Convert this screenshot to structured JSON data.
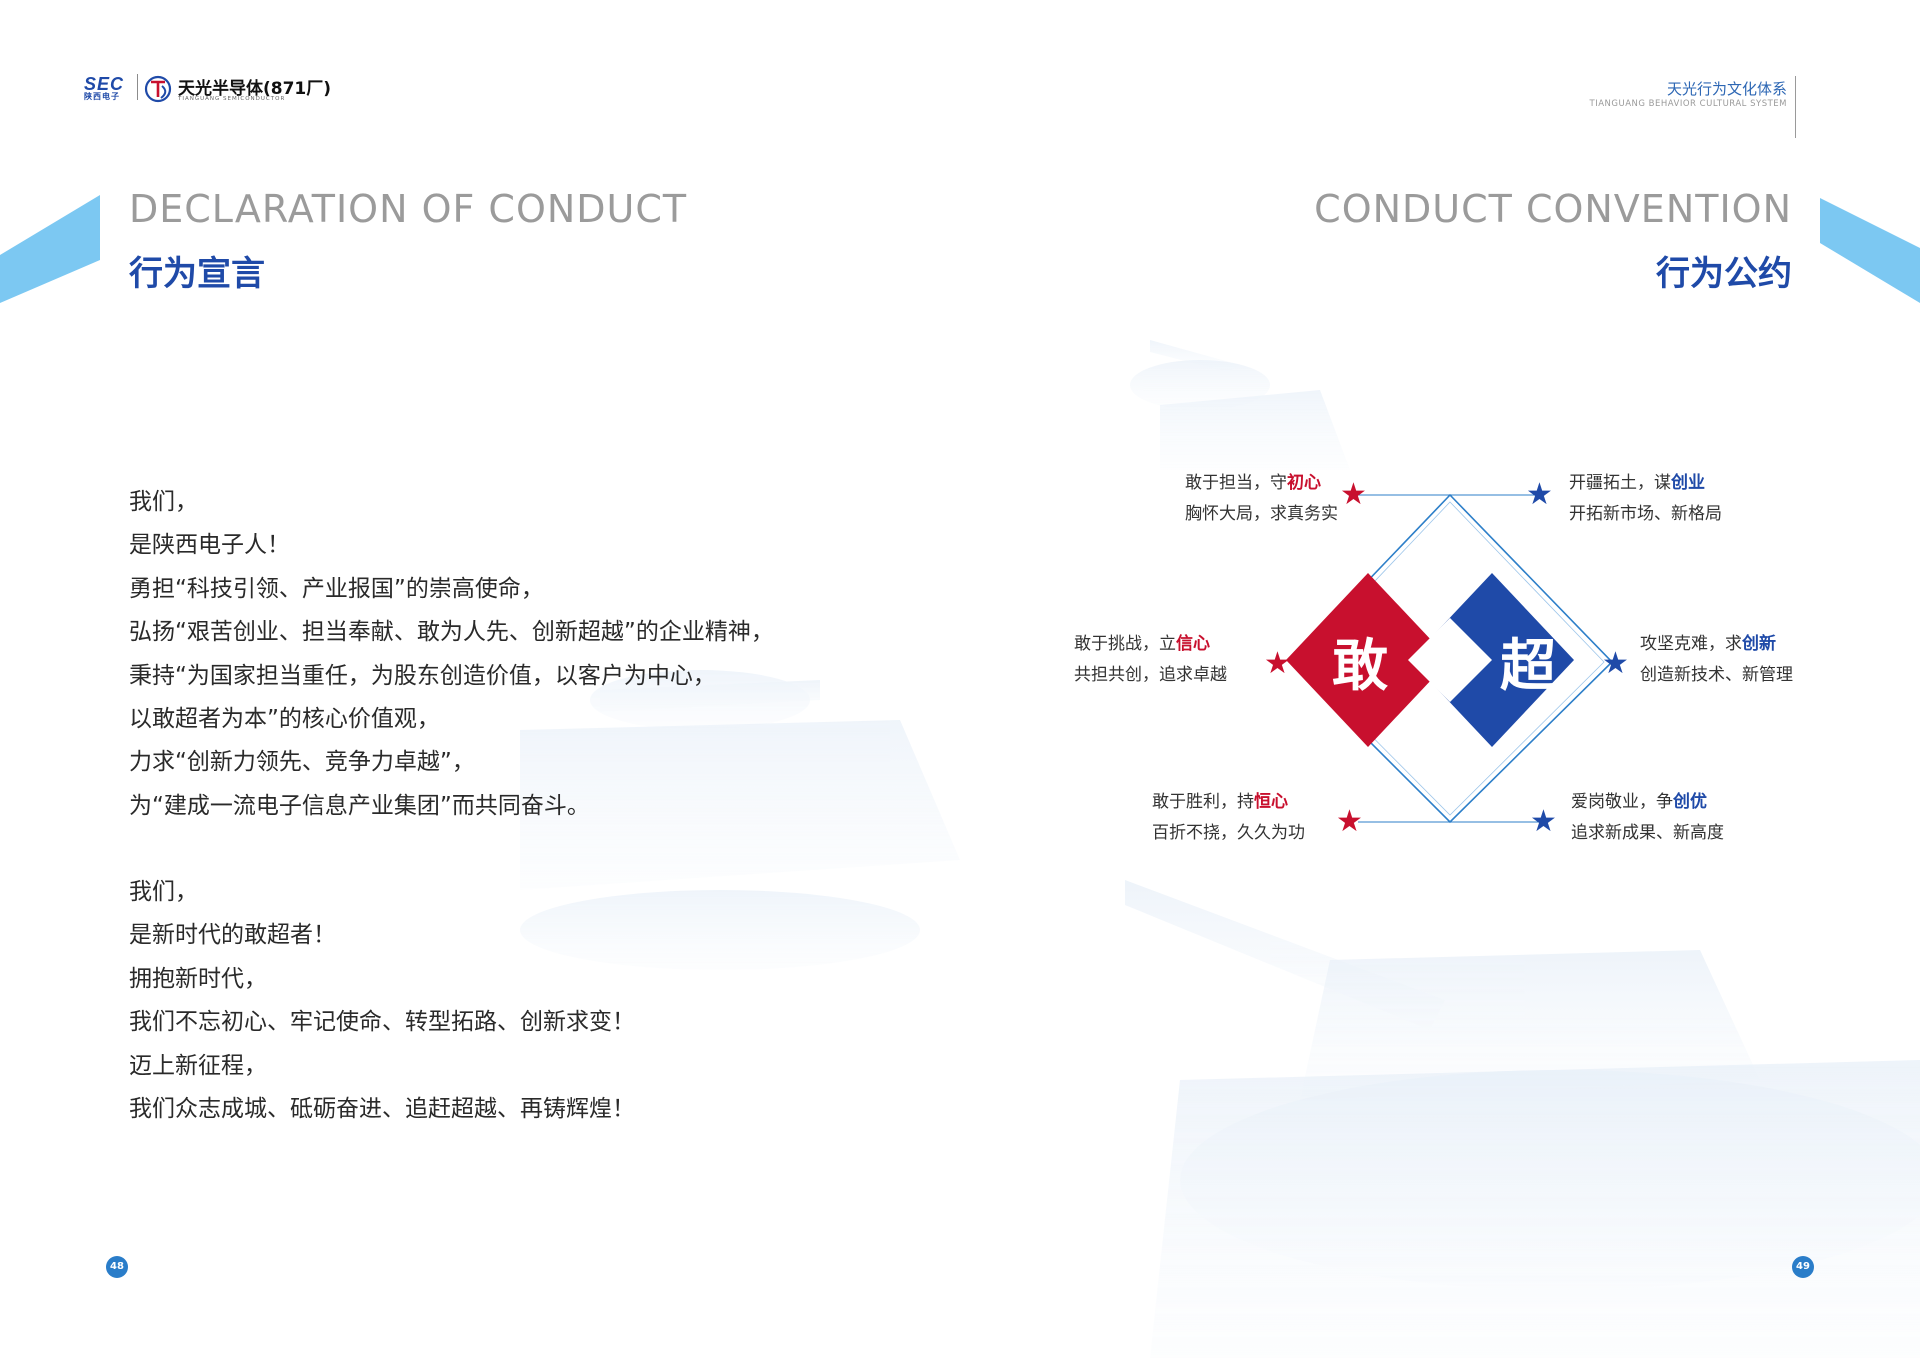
{
  "header": {
    "logo_sec": "SEC",
    "logo_sec_sub": "陕西电子",
    "brand_name": "天光半导体(871厂)",
    "brand_sub": "TIANGUANG SEMICONDUCTOR",
    "system_title_cn": "天光行为文化体系",
    "system_title_en": "TIANGUANG BEHAVIOR CULTURAL SYSTEM"
  },
  "left_page": {
    "title_en": "DECLARATION OF CONDUCT",
    "title_cn": "行为宣言",
    "paragraph1": [
      "我们，",
      "是陕西电子人！",
      "勇担“科技引领、产业报国”的崇高使命，",
      "弘扬“艰苦创业、担当奉献、敢为人先、创新超越”的企业精神，",
      "秉持“为国家担当重任，为股东创造价值，以客户为中心，",
      "以敢超者为本”的核心价值观，",
      "力求“创新力领先、竞争力卓越”，",
      "为“建成一流电子信息产业集团”而共同奋斗。"
    ],
    "paragraph2": [
      "我们，",
      "是新时代的敢超者！",
      "拥抱新时代，",
      "我们不忘初心、牢记使命、转型拓路、创新求变！",
      "迈上新征程，",
      "我们众志成城、砥砺奋进、追赶超越、再铸辉煌！"
    ],
    "page_number": "48"
  },
  "right_page": {
    "title_en": "CONDUCT CONVENTION",
    "title_cn": "行为公约",
    "center_left_char": "敢",
    "center_right_char": "超",
    "items": [
      {
        "line1_prefix": "敢于担当，守",
        "line1_key": "初心",
        "line2": "胸怀大局，求真务实"
      },
      {
        "line1_prefix": "开疆拓土，谋",
        "line1_key": "创业",
        "line2": "开拓新市场、新格局"
      },
      {
        "line1_prefix": "敢于挑战，立",
        "line1_key": "信心",
        "line2": "共担共创，追求卓越"
      },
      {
        "line1_prefix": "攻坚克难，求",
        "line1_key": "创新",
        "line2": "创造新技术、新管理"
      },
      {
        "line1_prefix": "敢于胜利，持",
        "line1_key": "恒心",
        "line2": "百折不挠，久久为功"
      },
      {
        "line1_prefix": "爱岗敬业，争",
        "line1_key": "创优",
        "line2": "追求新成果、新高度"
      }
    ],
    "page_number": "49"
  },
  "colors": {
    "brand_blue": "#1f4aa8",
    "brand_red": "#c8102e",
    "accent_light_blue": "#7cc8f2",
    "title_gray": "#9b9b9b"
  }
}
